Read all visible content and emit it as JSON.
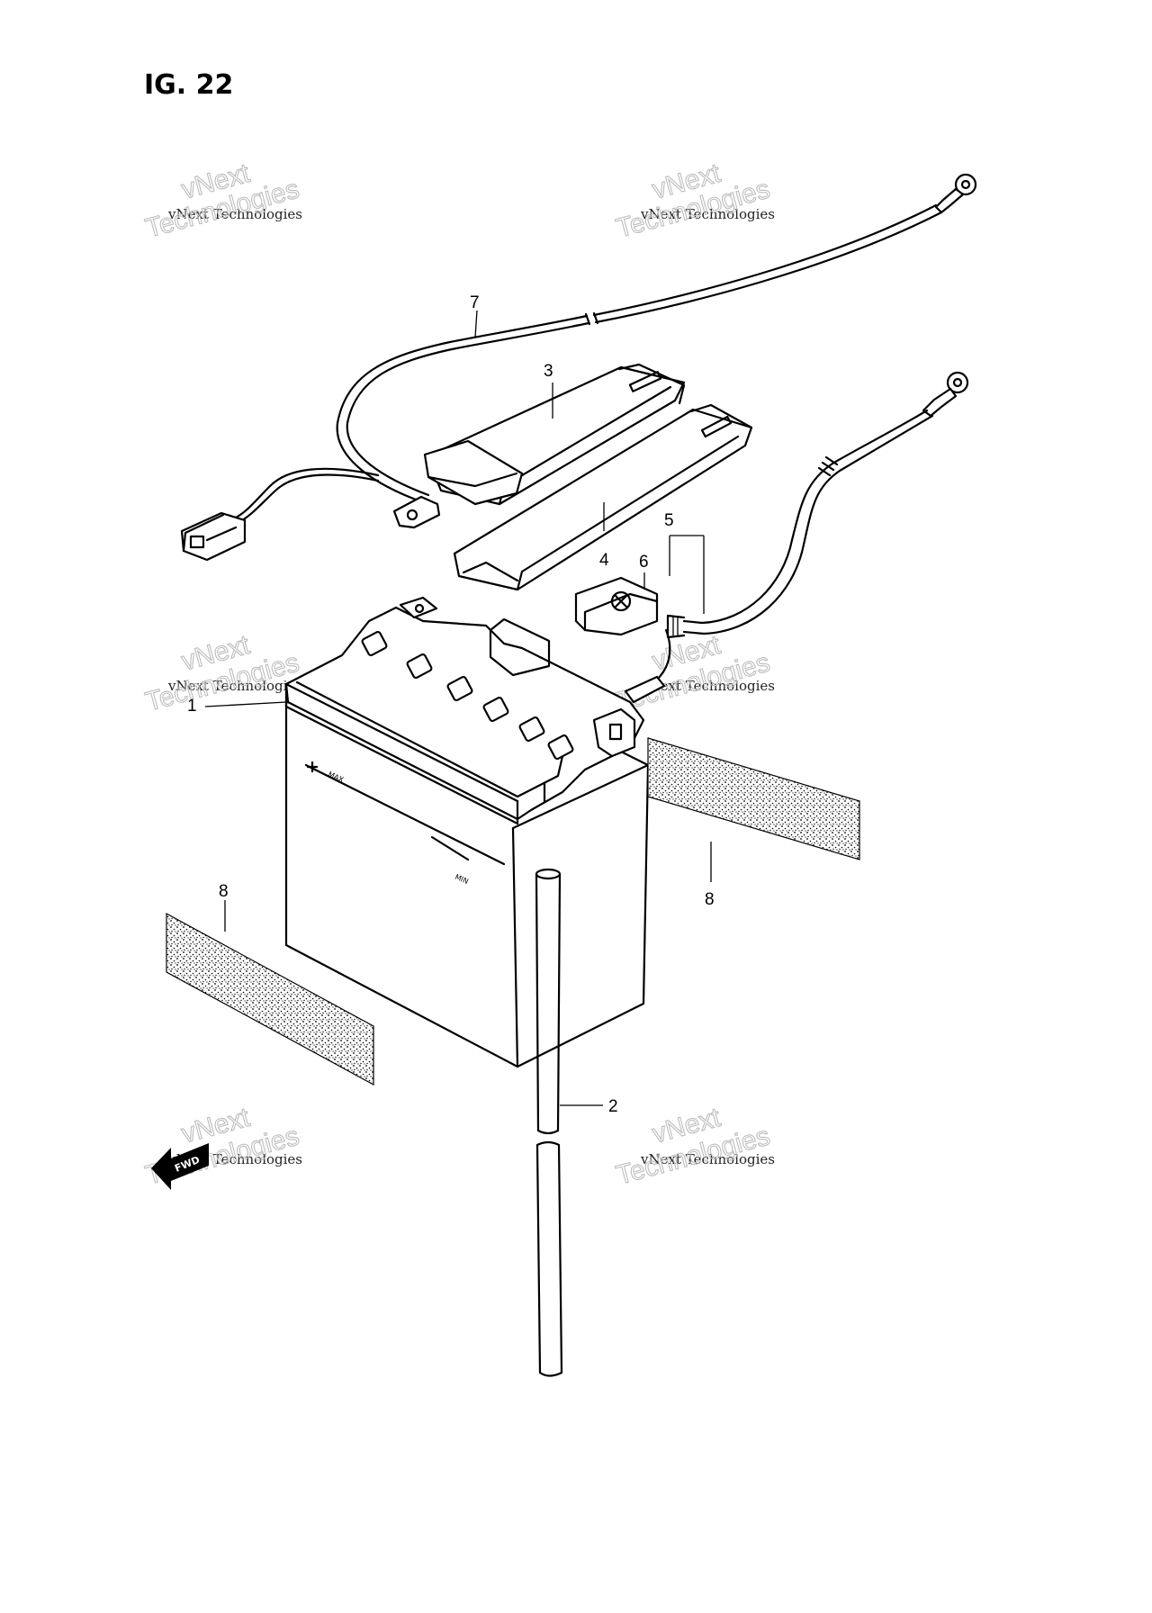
{
  "figure": {
    "title": "IG. 22"
  },
  "callouts": [
    {
      "id": "c1",
      "label": "1"
    },
    {
      "id": "c2",
      "label": "2"
    },
    {
      "id": "c3",
      "label": "3"
    },
    {
      "id": "c4",
      "label": "4"
    },
    {
      "id": "c5",
      "label": "5"
    },
    {
      "id": "c6",
      "label": "6"
    },
    {
      "id": "c7",
      "label": "7"
    },
    {
      "id": "c8a",
      "label": "8"
    },
    {
      "id": "c8b",
      "label": "8"
    }
  ],
  "watermark": {
    "line1": "vNext",
    "line2": "Technologies",
    "small": "vNext Technologies"
  },
  "battery_markings": {
    "max": "MAX",
    "min": "MIN"
  },
  "fwd_label": "FWD",
  "colors": {
    "ink": "#000000",
    "watermark": "#bdbdbd",
    "background": "#ffffff"
  }
}
